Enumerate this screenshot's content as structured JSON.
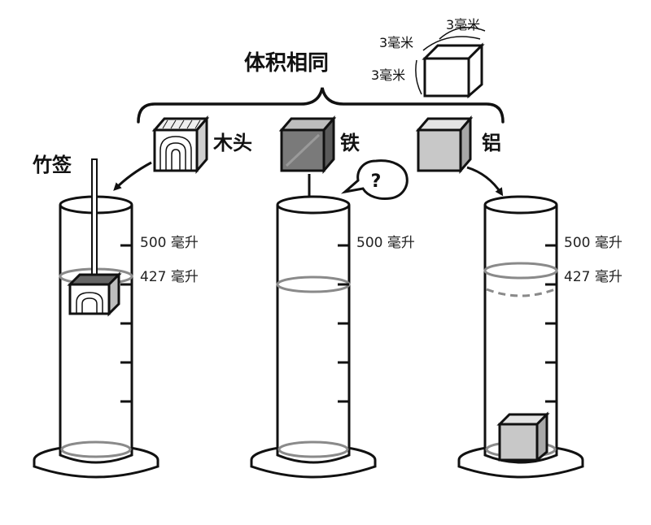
{
  "header": {
    "same_volume_label": "体积相同"
  },
  "cube_dimensions": [
    "3毫米",
    "3毫米",
    "3毫米"
  ],
  "materials": {
    "wood": "木头",
    "iron": "铁",
    "aluminum": "铝"
  },
  "bamboo_stick_label": "竹签",
  "question_mark": "?",
  "cylinders": [
    {
      "top_mark": "500 毫升",
      "level_mark": "427 毫升"
    },
    {
      "top_mark": "500 毫升"
    },
    {
      "top_mark": "500 毫升",
      "level_mark": "427 毫升"
    }
  ],
  "colors": {
    "stroke": "#111111",
    "iron_front": "#7a7a7a",
    "iron_top": "#bdbdbd",
    "aluminum_front": "#c8c8c8",
    "aluminum_top": "#e4e4e4",
    "water_line": "#8a8a8a"
  }
}
